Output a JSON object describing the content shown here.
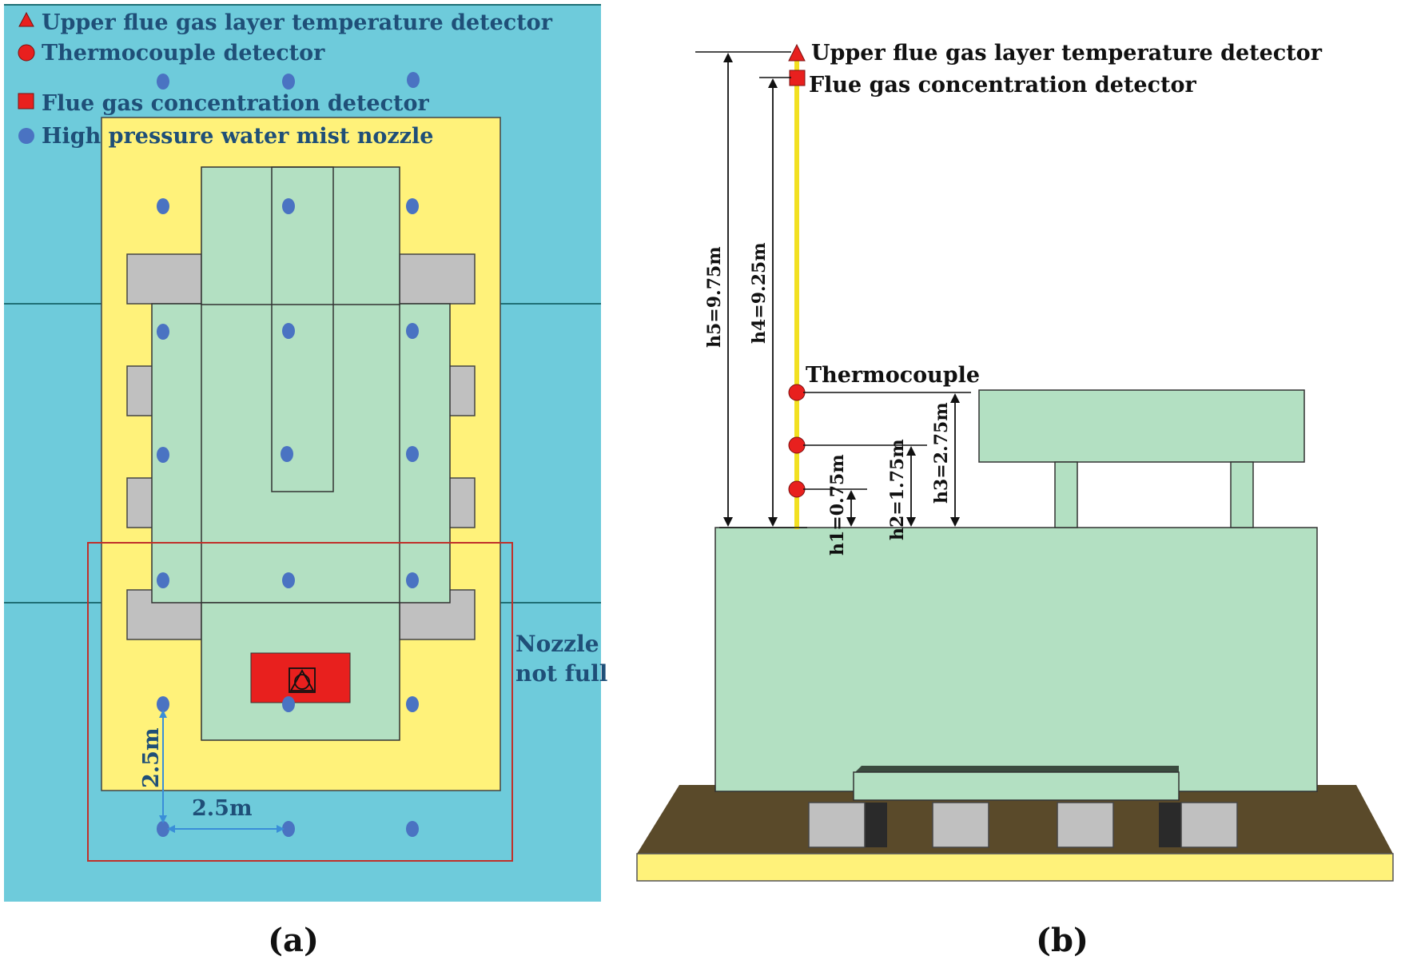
{
  "panel_a": {
    "legend": {
      "triangle": "Upper flue gas layer temperature detector",
      "circle": "Thermocouple detector",
      "square": "Flue gas concentration detector",
      "nozzle": "High pressure water mist nozzle"
    },
    "nozzle_note_1": "Nozzle",
    "nozzle_note_2": "not full",
    "dim_vertical": "2.5m",
    "dim_horizontal": "2.5m",
    "caption": "(a)"
  },
  "panel_b": {
    "triangle_label": "Upper flue gas layer temperature detector",
    "square_label": "Flue gas concentration detector",
    "thermocouple_label": "Thermocouple",
    "h5": "h5=9.75m",
    "h4": "h4=9.25m",
    "h3": "h3=2.75m",
    "h2": "h2=1.75m",
    "h1": "h1=0.75m",
    "caption": "(b)"
  },
  "colors": {
    "water": "#6ECBDB",
    "platform": "#FFF27A",
    "body": "#B3E0C2",
    "block": "#C0C0C0",
    "fire": "#E8201E",
    "nozzle": "#4A73C2",
    "ground": "#5A4A2A",
    "frame": "#C0302A",
    "pole": "#F2E021"
  }
}
